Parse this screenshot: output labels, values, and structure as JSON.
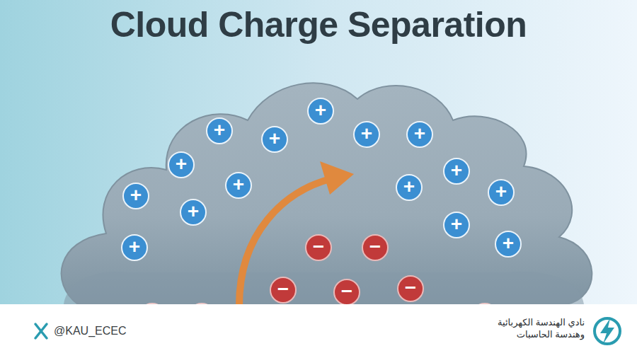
{
  "diagram": {
    "title": "Cloud Charge Separation",
    "nodes": [
      {
        "text": [
          "+"
        ]
      },
      {
        "text": [
          "+"
        ]
      },
      {
        "text": [
          "+"
        ]
      },
      {
        "text": [
          "+"
        ]
      },
      {
        "text": [
          "+"
        ]
      },
      {
        "text": [
          "+"
        ]
      },
      {
        "text": [
          "+"
        ]
      },
      {
        "text": [
          "+"
        ]
      },
      {
        "text": [
          "+"
        ]
      },
      {
        "text": [
          "+"
        ]
      },
      {
        "text": [
          "+"
        ]
      },
      {
        "text": [
          "+"
        ]
      },
      {
        "text": [
          "+"
        ]
      },
      {
        "text": [
          "+"
        ]
      },
      {
        "text": [
          "+"
        ]
      },
      {
        "text": [
          "−"
        ]
      },
      {
        "text": [
          "−"
        ]
      },
      {
        "text": [
          "−"
        ]
      },
      {
        "text": [
          "−"
        ]
      },
      {
        "text": [
          "−"
        ]
      }
    ],
    "labels": [
      "@KAU_ECEC",
      "نادي الهندسة الكهربائية وهندسة الحاسبات"
    ]
  }
}
